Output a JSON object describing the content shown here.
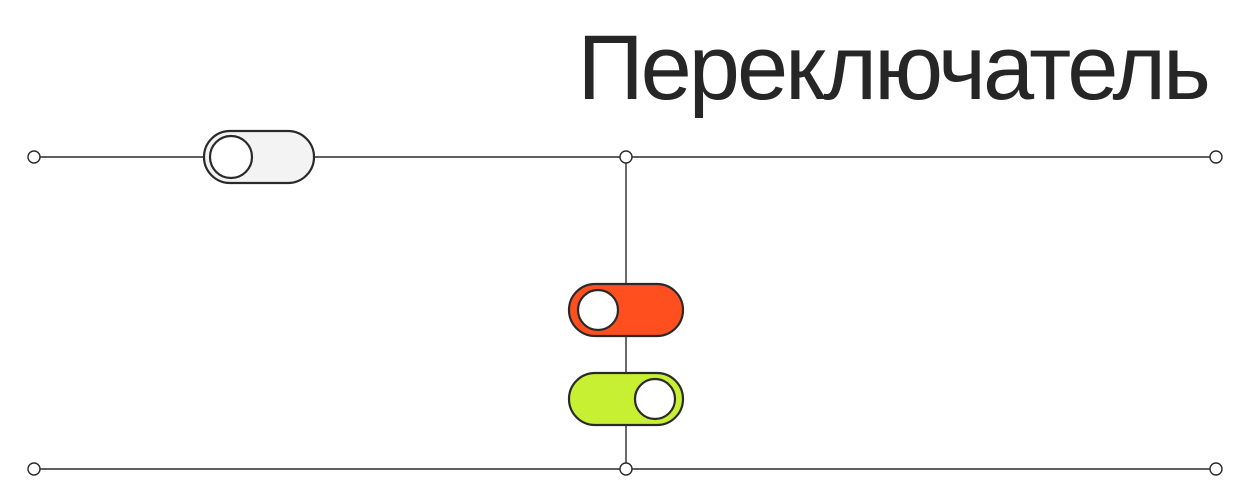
{
  "title": "Переключатель",
  "colors": {
    "line": "#2a2a2a",
    "toggle_off_track": "#f3f3f3",
    "toggle_red_track": "#ff4f1f",
    "toggle_lime_track": "#c8f033",
    "knob": "#ffffff",
    "title_text": "#262626"
  },
  "toggles": [
    {
      "name": "toggle-off",
      "state": "off",
      "color_key": "toggle_off_track"
    },
    {
      "name": "toggle-red",
      "state": "off",
      "color_key": "toggle_red_track"
    },
    {
      "name": "toggle-lime",
      "state": "on",
      "color_key": "toggle_lime_track"
    }
  ]
}
